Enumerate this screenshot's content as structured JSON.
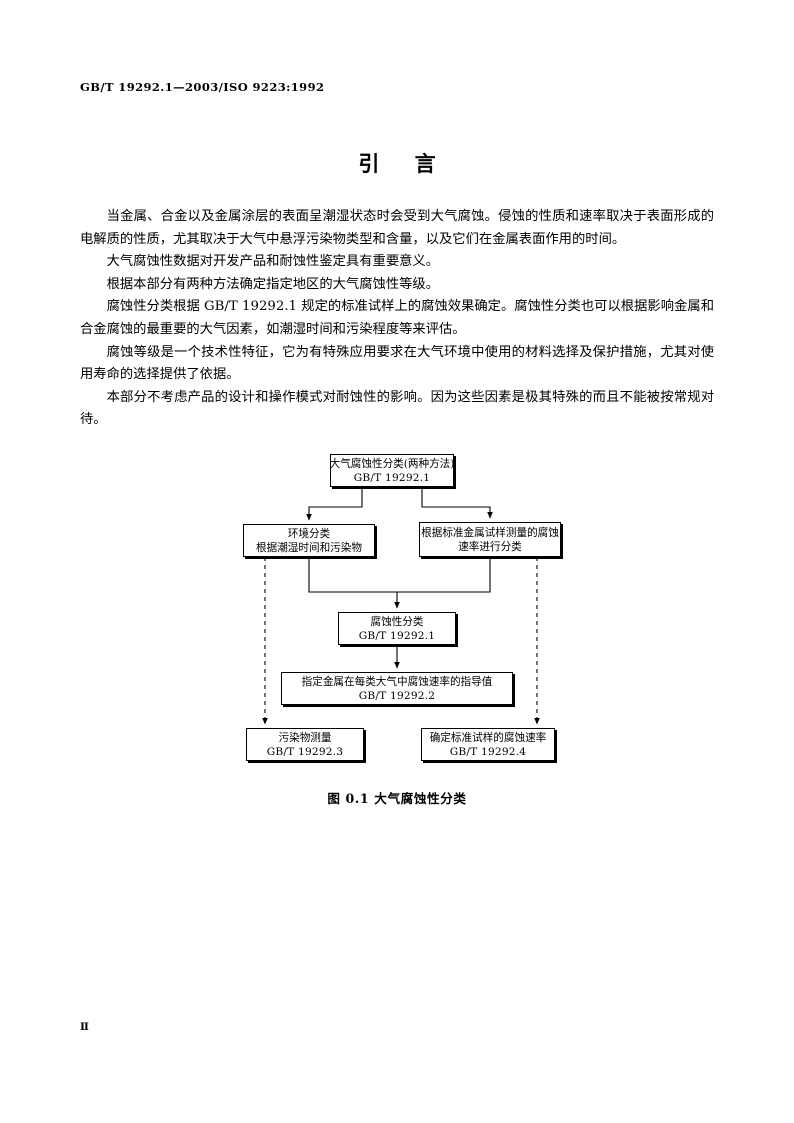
{
  "header": {
    "standard_no": "GB/T 19292.1—2003/ISO 9223:1992"
  },
  "title": "引 言",
  "body": {
    "paragraphs": [
      "当金属、合金以及金属涂层的表面呈潮湿状态时会受到大气腐蚀。侵蚀的性质和速率取决于表面形成的电解质的性质，尤其取决于大气中悬浮污染物类型和含量，以及它们在金属表面作用的时间。",
      "大气腐蚀性数据对开发产品和耐蚀性鉴定具有重要意义。",
      "根据本部分有两种方法确定指定地区的大气腐蚀性等级。",
      "腐蚀性分类根据 GB/T 19292.1 规定的标准试样上的腐蚀效果确定。腐蚀性分类也可以根据影响金属和合金腐蚀的最重要的大气因素，如潮湿时间和污染程度等来评估。",
      "腐蚀等级是一个技术性特征，它为有特殊应用要求在大气环境中使用的材料选择及保护措施，尤其对使用寿命的选择提供了依据。",
      "本部分不考虑产品的设计和操作模式对耐蚀性的影响。因为这些因素是极其特殊的而且不能被按常规对待。"
    ]
  },
  "figure": {
    "caption": "图 0.1  大气腐蚀性分类",
    "nodes": {
      "top": {
        "line1": "大气腐蚀性分类(两种方法)",
        "line2": "GB/T 19292.1"
      },
      "left": {
        "line1": "环境分类",
        "line2": "根据潮湿时间和污染物"
      },
      "right": {
        "line1": "根据标准金属试样测量的腐蚀",
        "line2": "速率进行分类"
      },
      "mid": {
        "line1": "腐蚀性分类",
        "line2": "GB/T 19292.1"
      },
      "guide": {
        "line1": "指定金属在每类大气中腐蚀速率的指导值",
        "line2": "GB/T 19292.2"
      },
      "bottom_left": {
        "line1": "污染物测量",
        "line2": "GB/T 19292.3"
      },
      "bottom_right": {
        "line1": "确定标准试样的腐蚀速率",
        "line2": "GB/T 19292.4"
      }
    }
  },
  "folio": {
    "page_number": "Ⅱ"
  },
  "colors": {
    "text": "#000000",
    "page_background": "#ffffff",
    "rule": "#000000"
  }
}
